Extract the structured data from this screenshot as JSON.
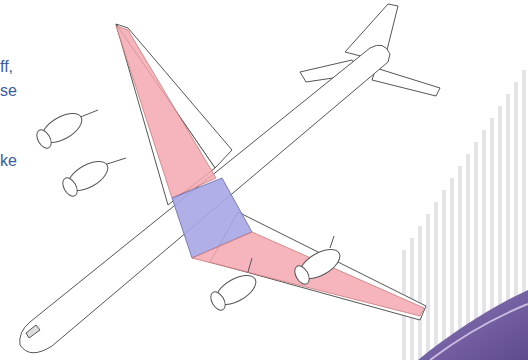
{
  "diagram": {
    "labels": [
      "ff,",
      "se",
      "ke"
    ]
  }
}
